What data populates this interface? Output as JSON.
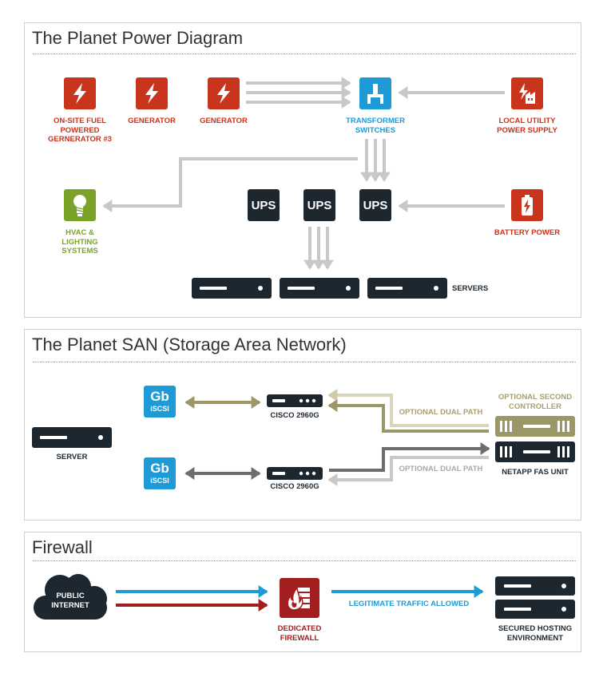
{
  "power": {
    "title": "The Planet Power Diagram",
    "onsite_label": [
      "ON-SITE FUEL",
      "POWERED",
      "GERNERATOR #3"
    ],
    "generator1_label": "GENERATOR",
    "generator2_label": "GENERATOR",
    "transformer_label": [
      "TRANSFORMER",
      "SWITCHES"
    ],
    "utility_label": [
      "LOCAL UTILITY",
      "POWER SUPPLY"
    ],
    "hvac_label": [
      "HVAC &",
      "LIGHTING",
      "SYSTEMS"
    ],
    "ups_label": "UPS",
    "battery_label": "BATTERY POWER",
    "servers_label": "SERVERS"
  },
  "san": {
    "title": "The Planet SAN (Storage Area Network)",
    "gb_big": "Gb",
    "gb_small": "iSCSI",
    "server_label": "SERVER",
    "switch_label": "CISCO 2960G",
    "optional_path": "OPTIONAL DUAL PATH",
    "optional_controller": [
      "OPTIONAL SECOND",
      "CONTROLLER"
    ],
    "netapp_label": "NETAPP FAS UNIT"
  },
  "firewall": {
    "title": "Firewall",
    "internet_label": [
      "PUBLIC",
      "INTERNET"
    ],
    "firewall_label": [
      "DEDICATED",
      "FIREWALL"
    ],
    "traffic_label": "LEGITIMATE TRAFFIC ALLOWED",
    "hosting_label": [
      "SECURED HOSTING",
      "ENVIRONMENT"
    ]
  },
  "colors": {
    "red": "#c8341c",
    "blue": "#1e9bd6",
    "green": "#7aa229",
    "dark": "#1c2730",
    "olive": "#9b9766",
    "firewall_red": "#a31f1f",
    "arrow_grey": "#c8c8c8"
  },
  "icons": [
    "lightning-icon",
    "switch-icon",
    "building-lightning-icon",
    "lightbulb-icon",
    "battery-icon",
    "server-icon",
    "cloud-icon",
    "firewall-icon"
  ]
}
